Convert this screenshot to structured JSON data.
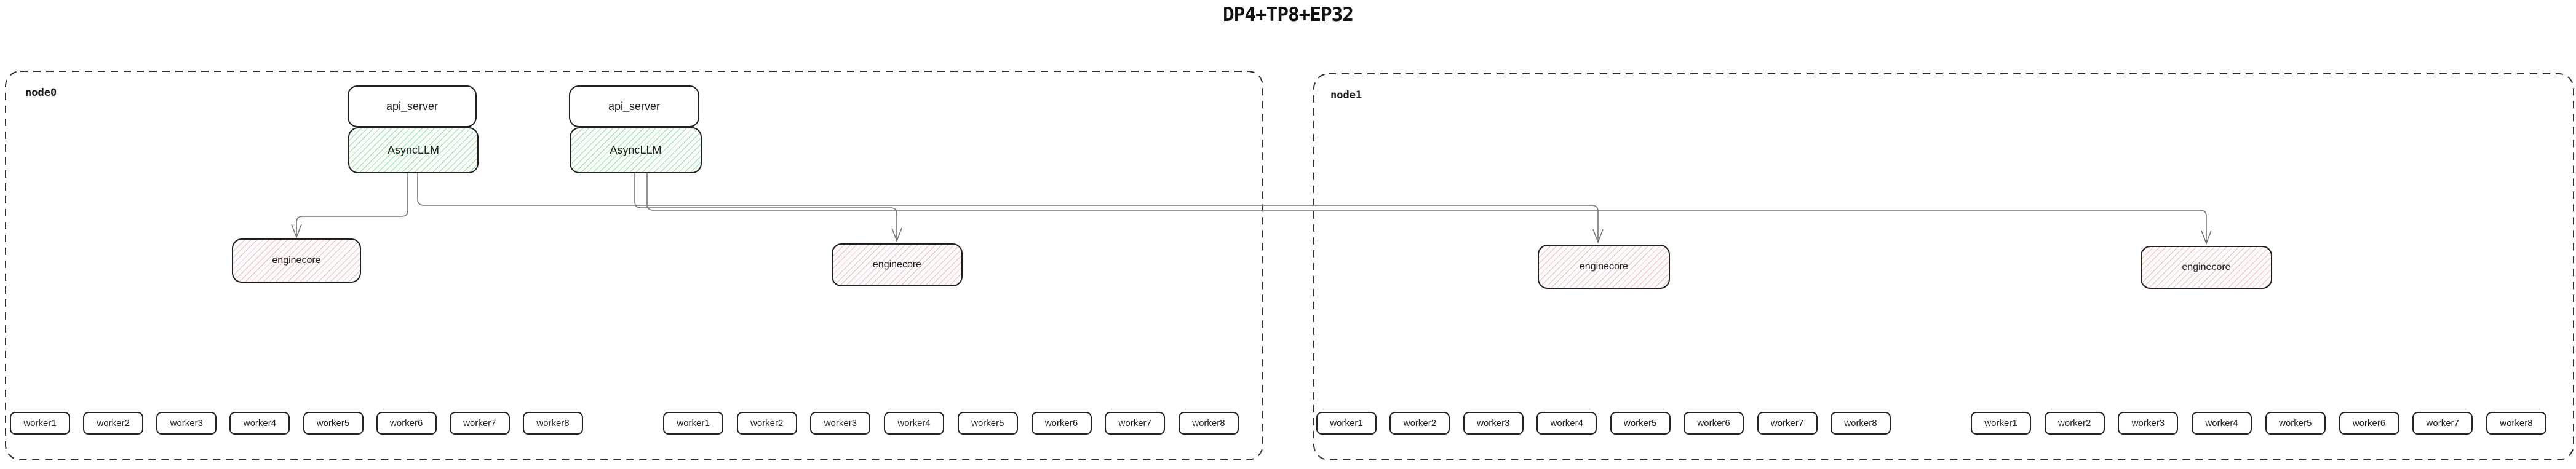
{
  "title": "DP4+TP8+EP32",
  "colors": {
    "box_border": "#1f1f1f",
    "node_border": "#2f2f2f",
    "connector": "#757575",
    "asyncllm_hatch_green": "#8ce0a0",
    "enginecore_hatch_red": "#f2b9b5",
    "text": "#1c1c1c"
  },
  "nodes": [
    {
      "label": "node0",
      "pairs": [
        {
          "api": "api_server",
          "llm": "AsyncLLM"
        },
        {
          "api": "api_server",
          "llm": "AsyncLLM"
        }
      ],
      "enginecores": [
        {
          "label": "enginecore"
        },
        {
          "label": "enginecore"
        }
      ],
      "worker_groups": [
        {
          "workers": [
            "worker1",
            "worker2",
            "worker3",
            "worker4",
            "worker5",
            "worker6",
            "worker7",
            "worker8"
          ]
        },
        {
          "workers": [
            "worker1",
            "worker2",
            "worker3",
            "worker4",
            "worker5",
            "worker6",
            "worker7",
            "worker8"
          ]
        }
      ]
    },
    {
      "label": "node1",
      "enginecores": [
        {
          "label": "enginecore"
        },
        {
          "label": "enginecore"
        }
      ],
      "worker_groups": [
        {
          "workers": [
            "worker1",
            "worker2",
            "worker3",
            "worker4",
            "worker5",
            "worker6",
            "worker7",
            "worker8"
          ]
        },
        {
          "workers": [
            "worker1",
            "worker2",
            "worker3",
            "worker4",
            "worker5",
            "worker6",
            "worker7",
            "worker8"
          ]
        }
      ]
    }
  ]
}
